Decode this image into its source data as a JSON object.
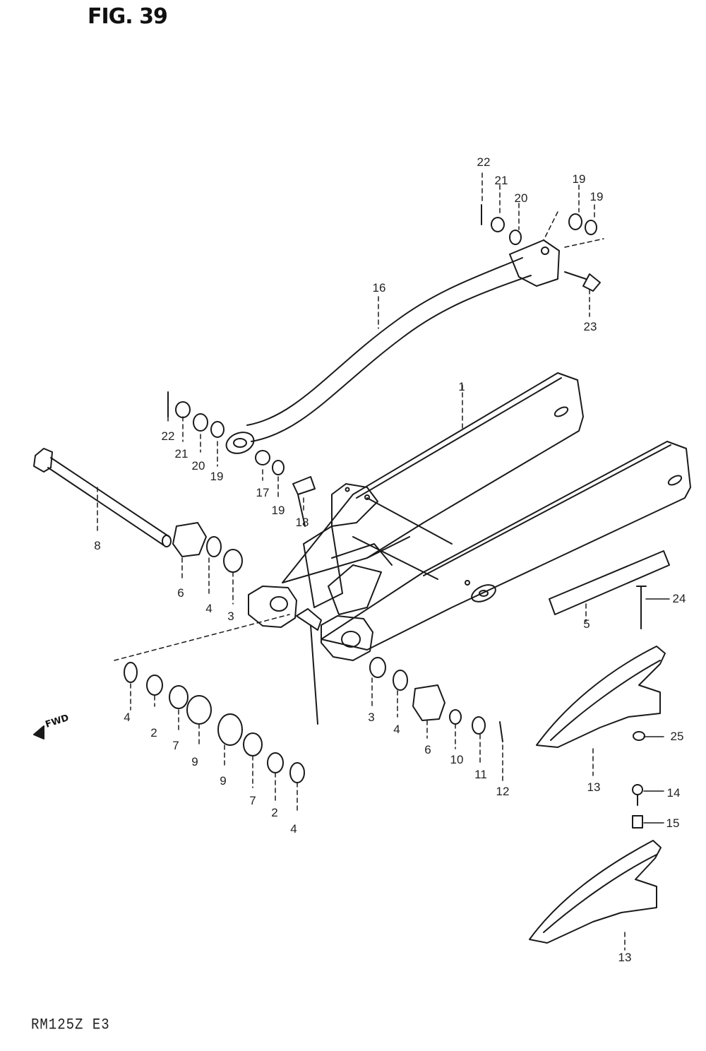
{
  "figure_title": "FIG. 39",
  "model_code": "RM125Z E3",
  "fwd_label": "FWD",
  "callouts": {
    "c22a": "22",
    "c21a": "21",
    "c20a": "20",
    "c19a": "19",
    "c19b": "19",
    "c23": "23",
    "c16": "16",
    "c1": "1",
    "c22b": "22",
    "c21b": "21",
    "c20b": "20",
    "c19c": "19",
    "c17": "17",
    "c19d": "19",
    "c18": "18",
    "c8": "8",
    "c6a": "6",
    "c4a": "4",
    "c3a": "3",
    "c5": "5",
    "c24": "24",
    "c4b": "4",
    "c2a": "2",
    "c7a": "7",
    "c9a": "9",
    "c9b": "9",
    "c7b": "7",
    "c2b": "2",
    "c4c": "4",
    "c3b": "3",
    "c4d": "4",
    "c6b": "6",
    "c10": "10",
    "c11": "11",
    "c12": "12",
    "c25": "25",
    "c13a": "13",
    "c14": "14",
    "c15": "15",
    "c13b": "13"
  }
}
